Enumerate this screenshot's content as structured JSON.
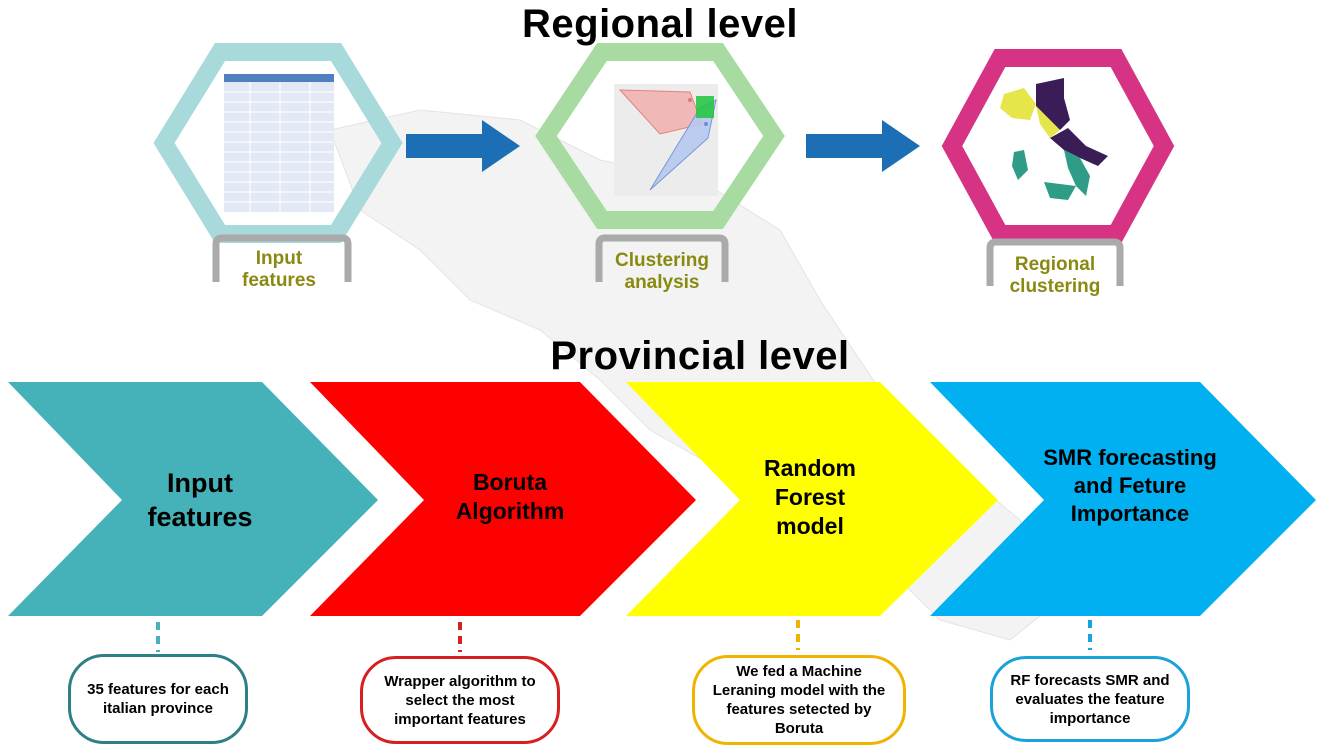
{
  "regional": {
    "title": "Regional level",
    "steps": [
      {
        "label": "Input features",
        "color": "#a8dadc"
      },
      {
        "label": "Clustering analysis",
        "color": "#a8dba2"
      },
      {
        "label": "Regional clustering",
        "color": "#d63384"
      }
    ],
    "arrow_color": "#1c6fb5",
    "label_color": "#8a8a12"
  },
  "provincial": {
    "title": "Provincial level",
    "steps": [
      {
        "label": "Input features",
        "color": "#45b1b9",
        "description": "35 features for each italian province",
        "box_color": "#2e7f86"
      },
      {
        "label": "Boruta Algorithm",
        "color": "#ff0000",
        "description": "Wrapper algorithm to select the most important features",
        "box_color": "#d62020"
      },
      {
        "label": "Random Forest model",
        "color": "#ffff00",
        "description": "We fed a Machine Leraning model with the features setected by Boruta",
        "box_color": "#f0b400"
      },
      {
        "label": "SMR forecasting and Feture Importance",
        "color": "#00b0f0",
        "description": "RF forecasts SMR and evaluates the feature importance",
        "box_color": "#1aa3d9"
      }
    ]
  }
}
